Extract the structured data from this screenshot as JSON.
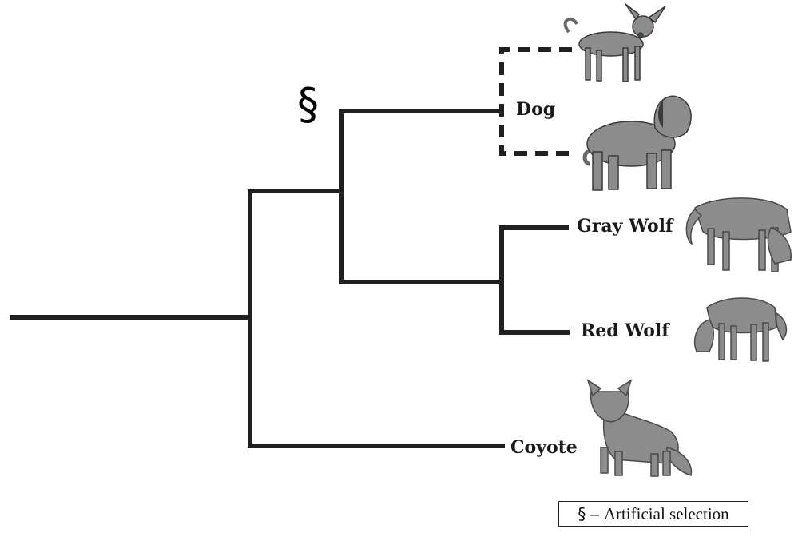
{
  "selection_symbol": "§",
  "taxa": {
    "dog": "Dog",
    "gray_wolf": "Gray Wolf",
    "red_wolf": "Red Wolf",
    "coyote": "Coyote"
  },
  "legend": {
    "symbol": "§",
    "dash": "–",
    "text": "Artificial selection"
  },
  "icons": [
    "chihuahua-icon",
    "mastiff-dog-icon",
    "gray-wolf-icon",
    "red-wolf-icon",
    "coyote-icon"
  ],
  "colors": {
    "lines": "#1f1f1f",
    "animal_fill": "#8c8c8c"
  }
}
